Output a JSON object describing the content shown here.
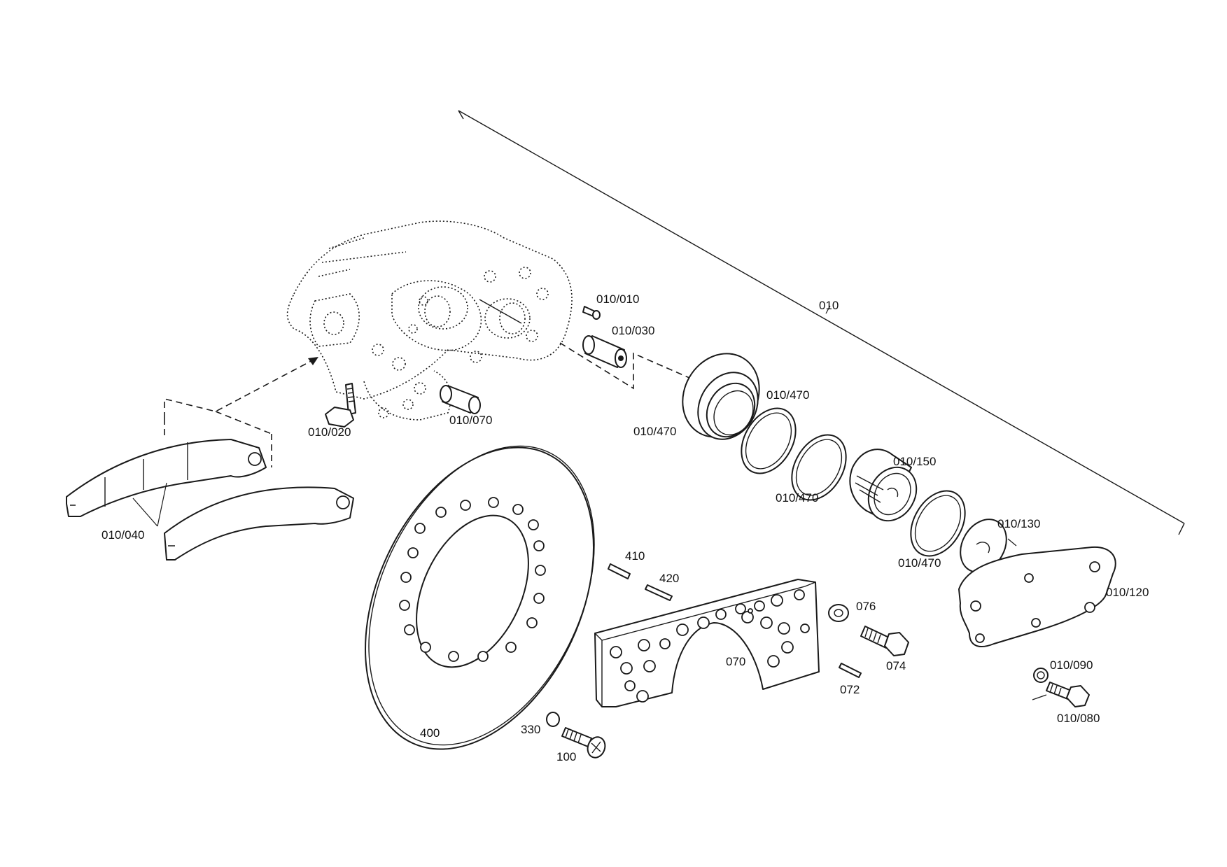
{
  "labels": {
    "p010": "010",
    "p010_010": "010/010",
    "p010_030": "010/030",
    "p010_020": "010/020",
    "p010_070": "010/070",
    "p010_470_a": "010/470",
    "p010_470_b": "010/470",
    "p010_470_c": "010/470",
    "p010_470_d": "010/470",
    "p010_150": "010/150",
    "p010_130": "010/130",
    "p010_120": "010/120",
    "p010_040": "010/040",
    "p410": "410",
    "p420": "420",
    "p400": "400",
    "p330": "330",
    "p100": "100",
    "p070": "070",
    "p076": "076",
    "p074": "074",
    "p072": "072",
    "p010_090": "010/090",
    "p010_080": "010/080"
  }
}
